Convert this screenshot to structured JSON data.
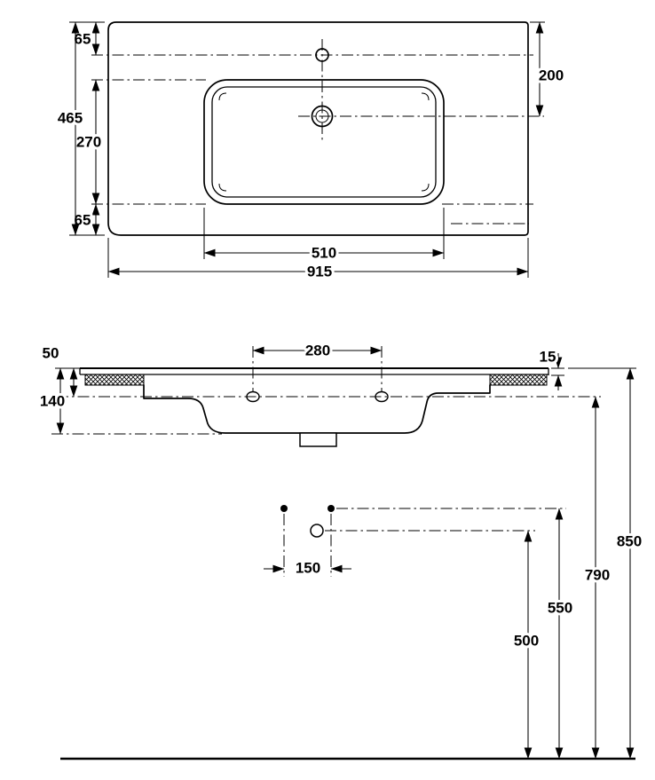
{
  "drawing": {
    "top_view": {
      "edge_to_faucet": "65",
      "overall_depth": "465",
      "basin_depth": "270",
      "basin_to_front": "65",
      "edge_to_drain": "200",
      "basin_width": "510",
      "overall_width": "915"
    },
    "side_view": {
      "top_to_holes": "50",
      "body_height": "140",
      "holes_span": "280",
      "rim_thickness": "15"
    },
    "installation": {
      "outlet_span": "150",
      "outlet_height": "500",
      "bolts_height": "550",
      "holes_height": "790",
      "top_height": "850"
    }
  }
}
